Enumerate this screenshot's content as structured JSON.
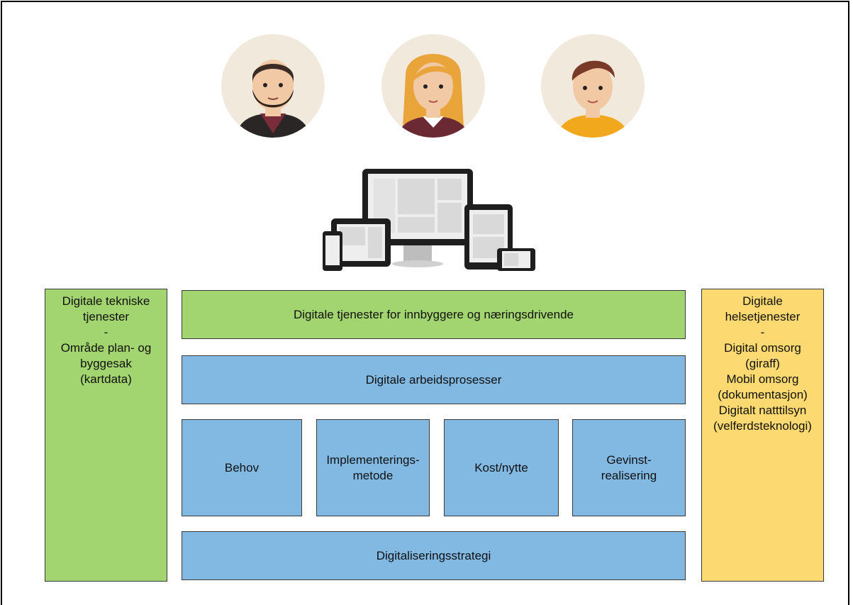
{
  "people": [
    {
      "icon": "bearded-man-avatar-icon"
    },
    {
      "icon": "woman-avatar-icon"
    },
    {
      "icon": "young-man-avatar-icon"
    }
  ],
  "devices_icon": "responsive-devices-icon",
  "colors": {
    "green": "#a2d46f",
    "blue": "#82b9e3",
    "yellow": "#fdd971"
  },
  "left_panel": {
    "line1": "Digitale tekniske",
    "line2": "tjenester",
    "line3": "-",
    "line4": "Område plan- og",
    "line5": "byggesak",
    "line6": "(kartdata)"
  },
  "right_panel": {
    "line1": "Digitale",
    "line2": "helsetjenester",
    "line3": "-",
    "line4": "Digital omsorg",
    "line5": "(giraff)",
    "line6": "Mobil omsorg",
    "line7": "(dokumentasjon)",
    "line8": "Digitalt natttilsyn",
    "line9": "(velferdsteknologi)"
  },
  "layers": {
    "services": "Digitale tjenester for innbyggere og næringsdrivende",
    "processes": "Digitale arbeidsprosesser",
    "strategy": "Digitaliseringsstrategi"
  },
  "pillars": {
    "behov": "Behov",
    "impl_line1": "Implementerings-",
    "impl_line2": "metode",
    "kost": "Kost/nytte",
    "gevinst_line1": "Gevinst-",
    "gevinst_line2": "realisering"
  }
}
